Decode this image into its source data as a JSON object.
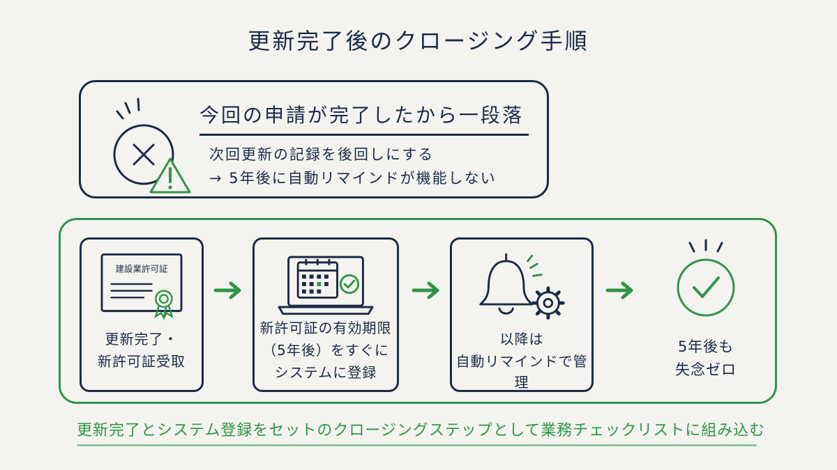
{
  "title": "更新完了後のクロージング手順",
  "warning": {
    "heading": "今回の申請が完了したから一段落",
    "line1": "次回更新の記録を後回しにする",
    "line2": "→ 5年後に自動リマインドが機能しない",
    "icons": [
      "x-circle-icon",
      "warning-triangle-icon"
    ]
  },
  "steps": [
    {
      "icon": "certificate-icon",
      "certificate_text": "建設業許可証",
      "label": [
        "更新完了・",
        "新許可証受取"
      ]
    },
    {
      "icon": "calendar-laptop-icon",
      "label": [
        "新許可証の有効期限",
        "（5年後）をすぐに",
        "システムに登録"
      ]
    },
    {
      "icon": "bell-gear-icon",
      "label": [
        "以降は",
        "自動リマインドで管理"
      ]
    },
    {
      "icon": "check-circle-icon",
      "label": [
        "5年後も",
        "失念ゼロ"
      ]
    }
  ],
  "footer": "更新完了とシステム登録をセットのクロージングステップとして業務チェックリストに組み込む",
  "colors": {
    "navy": "#1c2a48",
    "green": "#2f9447",
    "background": "#f4f3ef"
  }
}
